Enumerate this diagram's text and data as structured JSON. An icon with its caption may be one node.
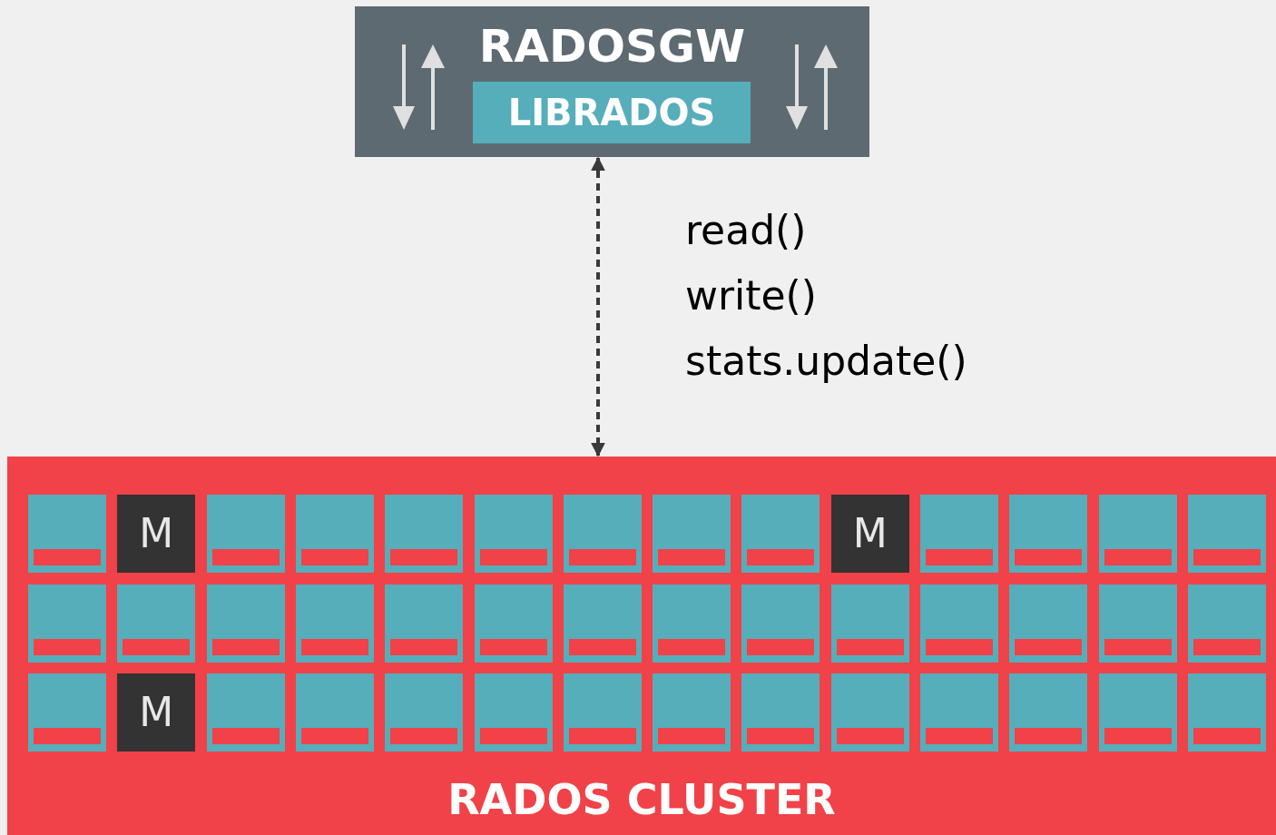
{
  "diagram": {
    "nodes": [
      {
        "text": [
          "RADOSGW"
        ]
      },
      {
        "text": [
          "LIBRADOS"
        ],
        "in": 0
      },
      {
        "text": [
          "RADOS CLUSTER"
        ]
      },
      {
        "text": [],
        "shape": "box",
        "in": 2
      },
      {
        "text": [
          "M"
        ],
        "in": 2
      },
      {
        "text": [],
        "shape": "box",
        "in": 2
      },
      {
        "text": [],
        "shape": "box",
        "in": 2
      },
      {
        "text": [],
        "shape": "box",
        "in": 2
      },
      {
        "text": [],
        "shape": "box",
        "in": 2
      },
      {
        "text": [],
        "shape": "box",
        "in": 2
      },
      {
        "text": [],
        "shape": "box",
        "in": 2
      },
      {
        "text": [],
        "shape": "box",
        "in": 2
      },
      {
        "text": [
          "M"
        ],
        "in": 2
      },
      {
        "text": [],
        "shape": "box",
        "in": 2
      },
      {
        "text": [],
        "shape": "box",
        "in": 2
      },
      {
        "text": [],
        "shape": "box",
        "in": 2
      },
      {
        "text": [],
        "shape": "box",
        "in": 2
      },
      {
        "text": [],
        "shape": "box",
        "in": 2
      },
      {
        "text": [],
        "shape": "box",
        "in": 2
      },
      {
        "text": [],
        "shape": "box",
        "in": 2
      },
      {
        "text": [],
        "shape": "box",
        "in": 2
      },
      {
        "text": [],
        "shape": "box",
        "in": 2
      },
      {
        "text": [],
        "shape": "box",
        "in": 2
      },
      {
        "text": [],
        "shape": "box",
        "in": 2
      },
      {
        "text": [],
        "shape": "box",
        "in": 2
      },
      {
        "text": [],
        "shape": "box",
        "in": 2
      },
      {
        "text": [],
        "shape": "box",
        "in": 2
      },
      {
        "text": [],
        "shape": "box",
        "in": 2
      },
      {
        "text": [],
        "shape": "box",
        "in": 2
      },
      {
        "text": [],
        "shape": "box",
        "in": 2
      },
      {
        "text": [],
        "shape": "box",
        "in": 2
      },
      {
        "text": [],
        "shape": "box",
        "in": 2
      },
      {
        "text": [
          "M"
        ],
        "in": 2
      },
      {
        "text": [],
        "shape": "box",
        "in": 2
      },
      {
        "text": [],
        "shape": "box",
        "in": 2
      },
      {
        "text": [],
        "shape": "box",
        "in": 2
      },
      {
        "text": [],
        "shape": "box",
        "in": 2
      },
      {
        "text": [],
        "shape": "box",
        "in": 2
      },
      {
        "text": [],
        "shape": "box",
        "in": 2
      },
      {
        "text": [],
        "shape": "box",
        "in": 2
      },
      {
        "text": [],
        "shape": "box",
        "in": 2
      },
      {
        "text": [],
        "shape": "box",
        "in": 2
      },
      {
        "text": [],
        "shape": "box",
        "in": 2
      },
      {
        "text": [],
        "shape": "box",
        "in": 2
      },
      {
        "text": [],
        "shape": "box",
        "in": 2
      }
    ],
    "edges": [
      {
        "from": 0,
        "to": 2,
        "arrow": "both",
        "style": "dashed"
      }
    ],
    "labels": [
      "read()",
      "write()",
      "stats.update()"
    ]
  }
}
